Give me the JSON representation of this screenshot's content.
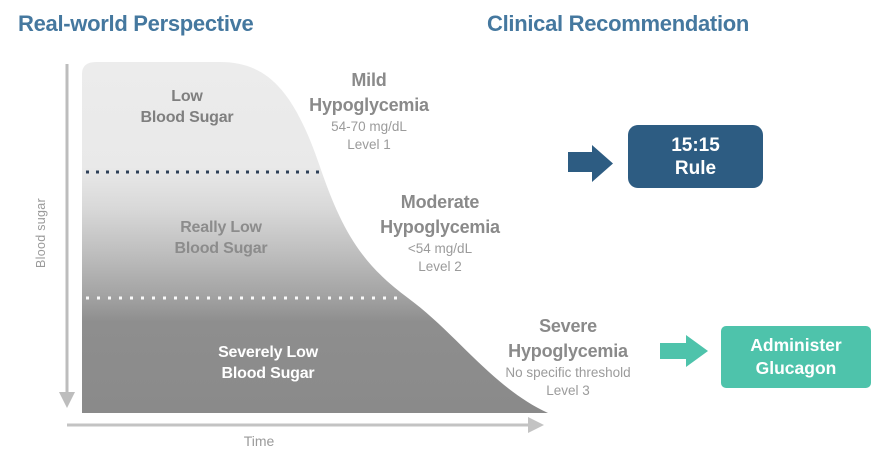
{
  "headers": {
    "left": "Real-world Perspective",
    "right": "Clinical Recommendation"
  },
  "axes": {
    "y_label": "Blood sugar",
    "x_label": "Time"
  },
  "zones": [
    {
      "line1": "Low",
      "line2": "Blood Sugar"
    },
    {
      "line1": "Really Low",
      "line2": "Blood Sugar"
    },
    {
      "line1": "Severely Low",
      "line2": "Blood Sugar"
    }
  ],
  "classifications": [
    {
      "line1": "Mild",
      "line2": "Hypoglycemia",
      "range": "54-70 mg/dL",
      "level": "Level 1"
    },
    {
      "line1": "Moderate",
      "line2": "Hypoglycemia",
      "range": "<54 mg/dL",
      "level": "Level 2"
    },
    {
      "line1": "Severe",
      "line2": "Hypoglycemia",
      "range": "No specific threshold",
      "level": "Level 3"
    }
  ],
  "recommendations": [
    {
      "line1": "15:15",
      "line2": "Rule"
    },
    {
      "line1": "Administer",
      "line2": "Glucagon"
    }
  ],
  "colors": {
    "title_blue": "#45789f",
    "navy": "#2d5c82",
    "teal": "#4ec3ab",
    "zone_light": "#ececec",
    "zone_dark": "#8a8a8a",
    "dotted_navy": "#2e4058",
    "dotted_white": "#fafafa",
    "axis_gray": "#bdbdbd",
    "zone_label_gray": "#7f7f7f",
    "classification_gray": "#8a8a8a",
    "sub_label_gray": "#9b9b9b"
  }
}
